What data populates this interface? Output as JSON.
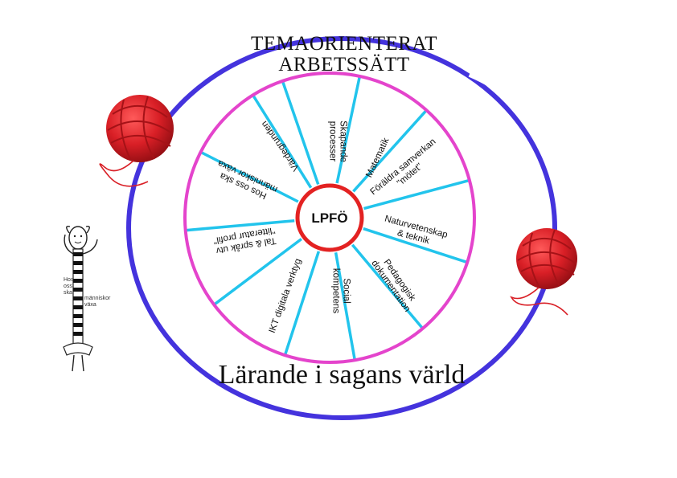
{
  "title": {
    "line1": "TEMAORIENTERAT",
    "line2": "ARBETSSÄTT"
  },
  "center": {
    "label": "LPFÖ"
  },
  "bottom_title": "Lärande i sagans värld",
  "segments": [
    {
      "line1": "Skapande",
      "line2": "processer"
    },
    {
      "line1": "Matematik",
      "line2": ""
    },
    {
      "line1": "Föräldra samverkan",
      "line2": "\"mötet\""
    },
    {
      "line1": "Naturvetenskap",
      "line2": "& teknik"
    },
    {
      "line1": "Pedagogisk",
      "line2": "dokumentation"
    },
    {
      "line1": "Social",
      "line2": "kompetens"
    },
    {
      "line1": "IKT digitala verktyg",
      "line2": ""
    },
    {
      "line1": "Tal & språk utv",
      "line2": "\"litteratur profil\""
    },
    {
      "line1": "Hos oss ska",
      "line2": "människor växa"
    },
    {
      "line1": "Värdegrunden",
      "line2": ""
    }
  ],
  "figure_note": {
    "line1": "Hos",
    "line2": "oss",
    "line3": "ska",
    "line4": "människor",
    "line5": "växa"
  },
  "colors": {
    "outer_ring": "#4433dd",
    "middle_ring": "#e444cc",
    "center_ring": "#e32222",
    "spokes": "#22c4ec",
    "yarn": "#d91f26"
  },
  "icons": {
    "yarn_left": "yarn-ball-icon",
    "yarn_right": "yarn-ball-icon",
    "figure": "girl-figure-icon"
  }
}
